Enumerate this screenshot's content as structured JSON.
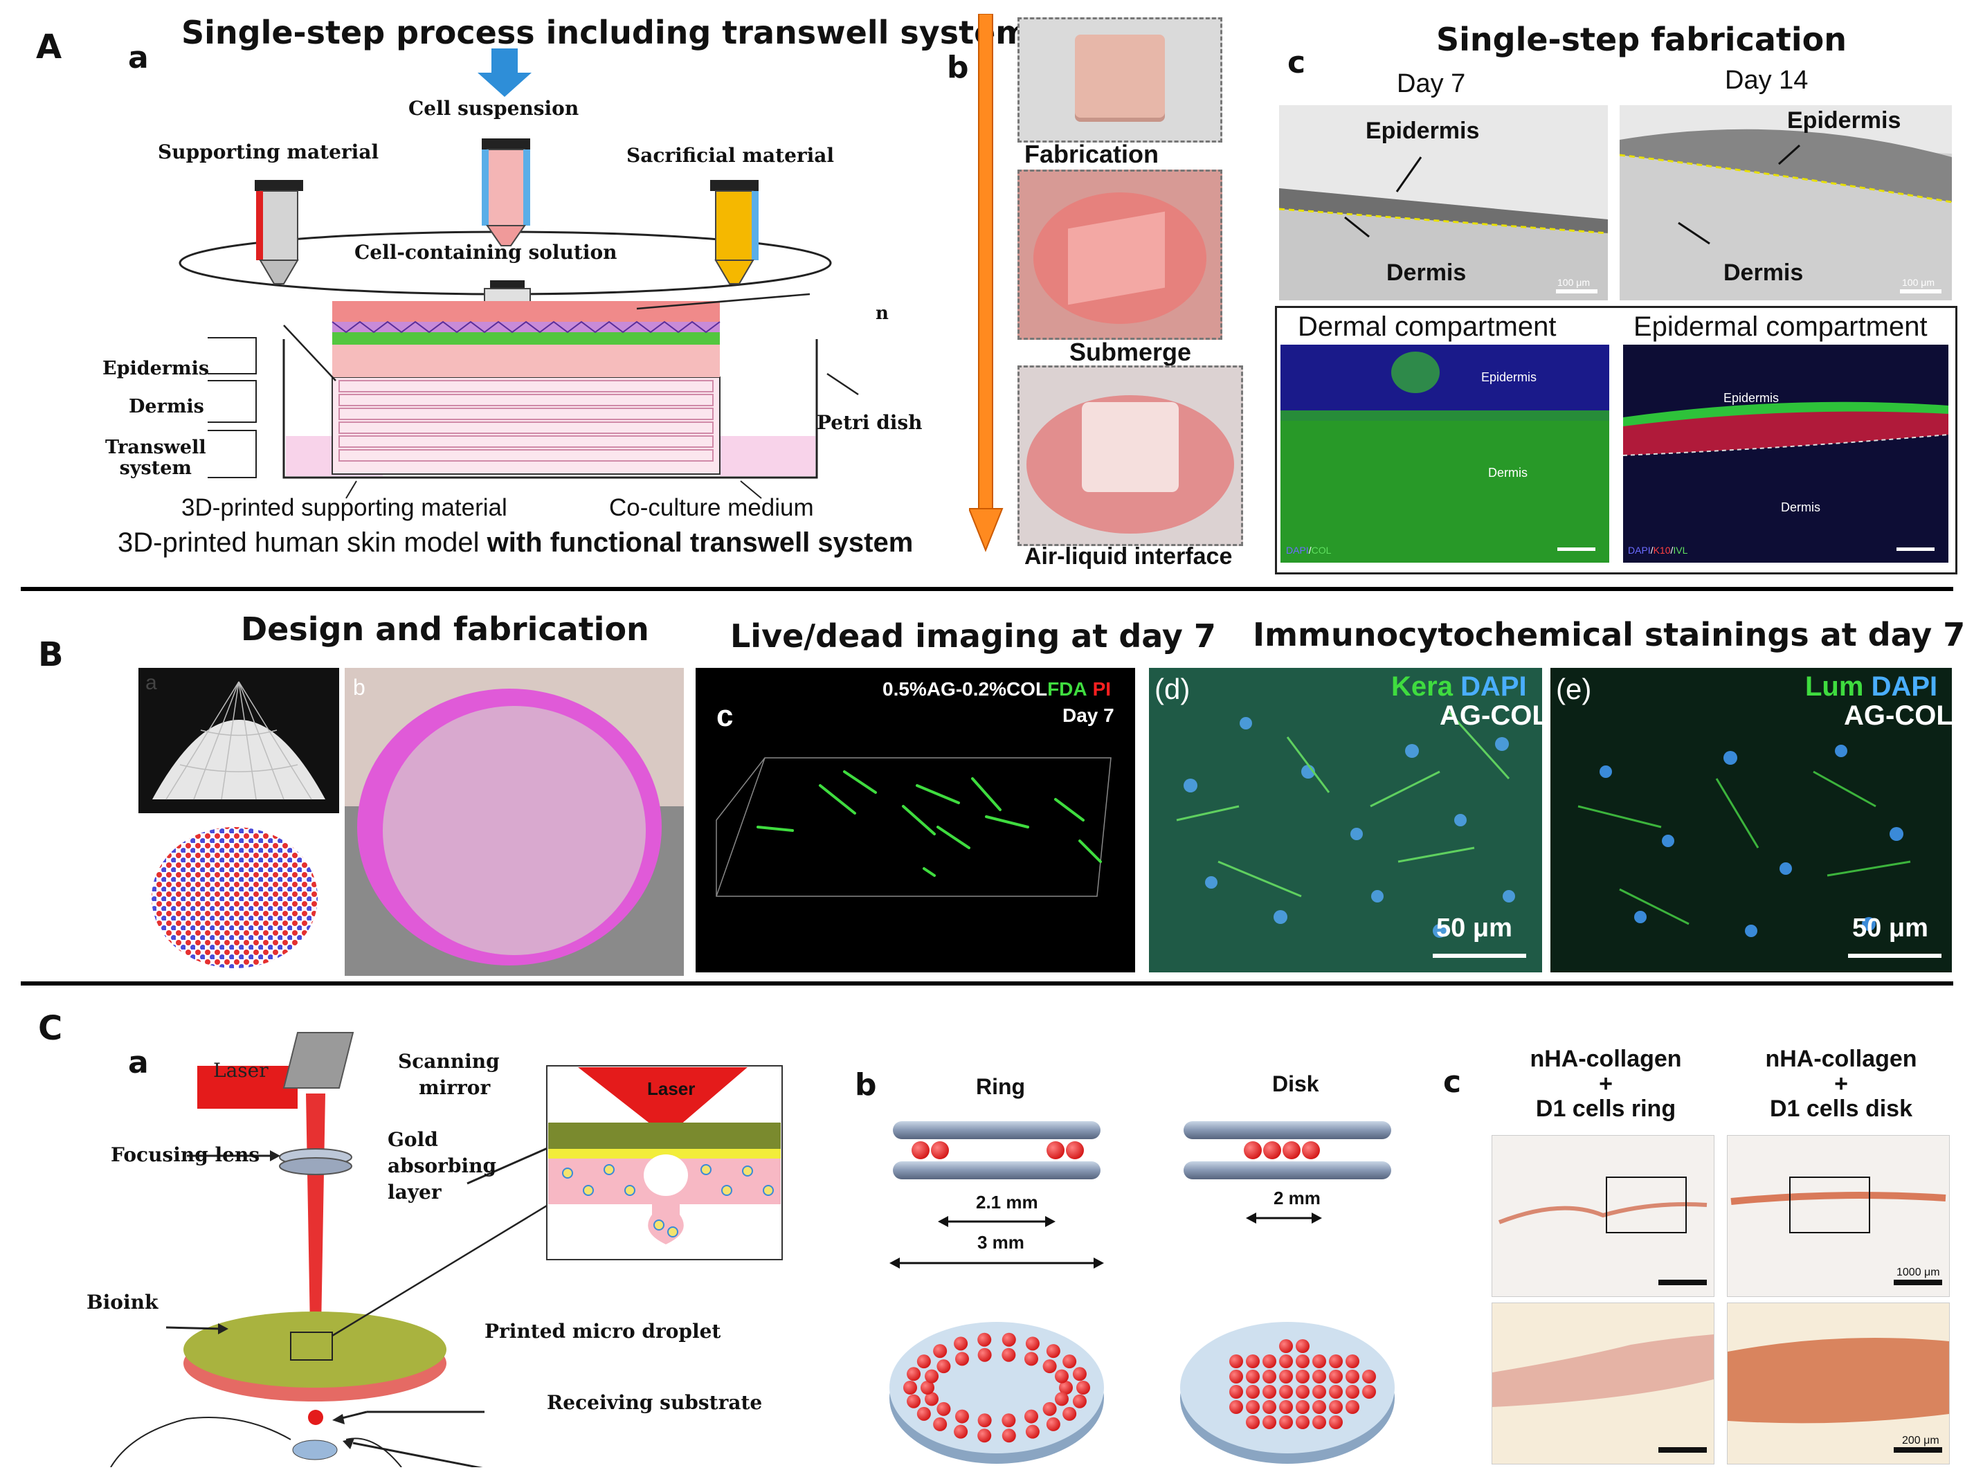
{
  "sectionA": {
    "letter": "A",
    "panelA": {
      "letter": "a",
      "title": "Single-step process including transwell system",
      "cell_suspension": "Cell suspension",
      "supporting_material": "Supporting material",
      "sacrificial_material": "Sacrificial material",
      "cell_containing_solution": "Cell-containing solution",
      "epidermis": "Epidermis",
      "dermis": "Dermis",
      "transwell_system_line1": "Transwell",
      "transwell_system_line2": "system",
      "petri_dish": "Petri dish",
      "partial_label": "n",
      "printed_supporting": "3D-printed supporting material",
      "coculture_medium": "Co-culture medium",
      "caption_plain": "3D-printed human skin model ",
      "caption_bold": "with functional transwell system"
    },
    "panelB": {
      "letter": "b",
      "fabrication": "Fabrication",
      "submerge": "Submerge",
      "air_liquid": "Air-liquid interface"
    },
    "panelC": {
      "letter": "c",
      "title": "Single-step fabrication",
      "day7": "Day 7",
      "day14": "Day 14",
      "epidermis_left": "Epidermis",
      "dermis_left": "Dermis",
      "epidermis_right": "Epidermis",
      "dermis_right": "Dermis",
      "scale_left": "100 μm",
      "scale_right": "100 μm",
      "dermal_compartment": "Dermal compartment",
      "epidermal_compartment": "Epidermal compartment",
      "fluor_left_epi": "Epidermis",
      "fluor_left_der": "Dermis",
      "fluor_left_legend_dapi": "DAPI",
      "fluor_left_legend_sep": "/",
      "fluor_left_legend_col": "COL",
      "fluor_right_epi": "Epidermis",
      "fluor_right_der": "Dermis",
      "fluor_right_legend_dapi": "DAPI",
      "fluor_right_legend_k10": "K10",
      "fluor_right_legend_ivl": "IVL",
      "fluor_right_sep": "/"
    }
  },
  "sectionB": {
    "letter": "B",
    "design_title": "Design and fabrication",
    "live_dead_title": "Live/dead imaging at day 7",
    "immuno_title": "Immunocytochemical stainings at day 7",
    "panel_a": "a",
    "panel_b": "b",
    "panel_c": "c",
    "c_label_sample": "0.5%AG-0.2%COL",
    "c_label_fda": "FDA",
    "c_label_pi": "PI",
    "c_label_day": "Day 7",
    "panel_d": "(d)",
    "d_kera": "Kera",
    "d_dapi": "DAPI",
    "d_agcol": "AG-COL",
    "d_scale": "50 μm",
    "panel_e": "(e)",
    "e_lum": "Lum",
    "e_dapi": "DAPI",
    "e_agcol": "AG-COL",
    "e_scale": "50 μm"
  },
  "sectionC": {
    "letter": "C",
    "panelA": {
      "letter": "a",
      "laser": "Laser",
      "laser_inset": "Laser",
      "scanning_mirror_l1": "Scanning",
      "scanning_mirror_l2": "mirror",
      "gold_l1": "Gold",
      "gold_l2": "absorbing",
      "gold_l3": "layer",
      "focusing_lens": "Focusing lens",
      "bioink": "Bioink",
      "printed_droplet": "Printed micro droplet",
      "receiving_substrate": "Receiving substrate"
    },
    "panelB": {
      "letter": "b",
      "ring": "Ring",
      "disk": "Disk",
      "dim_21": "2.1 mm",
      "dim_3": "3 mm",
      "dim_2": "2 mm"
    },
    "panelC": {
      "letter": "c",
      "ring_l1": "nHA-collagen",
      "ring_l2": "+",
      "ring_l3": "D1 cells ring",
      "disk_l1": "nHA-collagen",
      "disk_l2": "+",
      "disk_l3": "D1 cells disk",
      "scale_1000": "1000 μm",
      "scale_200": "200 μm"
    }
  },
  "colors": {
    "fluor_green": "#3fbf2f",
    "fluor_blue": "#2a2acf",
    "pi_red": "#ff2020",
    "laser_red": "#e41b1b",
    "arrow_blue": "#2e8ed8",
    "arrow_orange": "#ff8a1f"
  }
}
